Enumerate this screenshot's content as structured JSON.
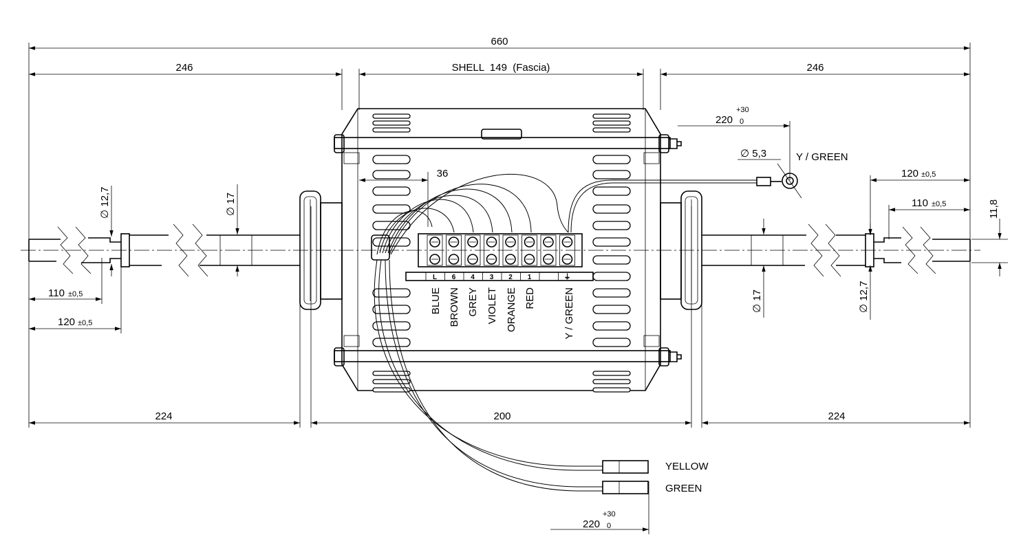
{
  "dimensions": {
    "overall": "660",
    "left_shaft_len": "246",
    "shell": "SHELL  149  (Fascia)",
    "right_shaft_len": "246",
    "bottom_left": "224",
    "bottom_mid": "200",
    "bottom_right": "224",
    "tab_offset": "36",
    "cable_top": "220",
    "cable_top_tol_up": "+30",
    "cable_top_tol_low": "0",
    "hole_dia": "∅ 5,3",
    "shaft_dia_left": "∅ 12,7",
    "shaft_dia_right": "∅ 12,7",
    "body_dia_left": "∅ 17",
    "body_dia_right": "∅ 17",
    "len_110_left": "110",
    "len_110_left_tol": "±0,5",
    "len_120_left": "120",
    "len_120_left_tol": "±0,5",
    "len_120_right": "120",
    "len_120_right_tol": "±0,5",
    "len_110_right": "110",
    "len_110_right_tol": "±0,5",
    "flat": "11,8",
    "cable_bottom": "220",
    "cable_bottom_tol_up": "+30",
    "cable_bottom_tol_low": "0"
  },
  "terminal": {
    "labels": [
      "L",
      "6",
      "4",
      "3",
      "2",
      "1",
      "",
      "⏚"
    ],
    "wires": [
      "BLUE",
      "BROWN",
      "GREY",
      "VIOLET",
      "ORANGE",
      "RED",
      "Y / GREEN"
    ]
  },
  "leads": {
    "ground": "Y / GREEN",
    "yellow": "YELLOW",
    "green": "GREEN"
  }
}
